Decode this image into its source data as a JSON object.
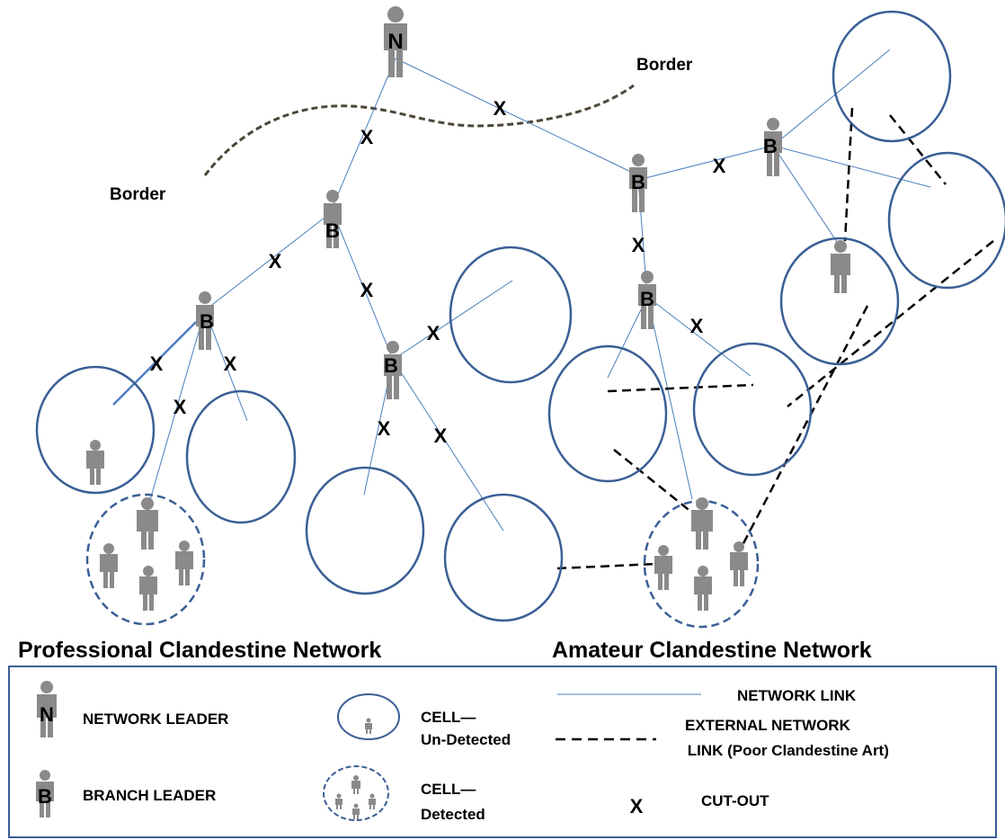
{
  "colors": {
    "link": "#4a7ebb",
    "cell": "#3a5f95",
    "border_line": "#4d4639",
    "person": "#8a8a8a",
    "external": "#000000"
  },
  "labels": {
    "border_right": "Border",
    "border_left": "Border",
    "professional_title": "Professional Clandestine Network",
    "amateur_title": "Amateur Clandestine Network",
    "leader_letter": "N",
    "branch_letter": "B",
    "cutout_mark": "X"
  },
  "legend": {
    "network_leader": "NETWORK LEADER",
    "branch_leader": "BRANCH LEADER",
    "cell_undetected_line1": "CELL—",
    "cell_undetected_line2": "Un-Detected",
    "cell_detected_line1": "CELL—",
    "cell_detected_line2": "Detected",
    "network_link": "NETWORK LINK",
    "external_line1": "EXTERNAL NETWORK",
    "external_line2": " LINK (Poor Clandestine Art)",
    "cutout": "CUT-OUT"
  }
}
